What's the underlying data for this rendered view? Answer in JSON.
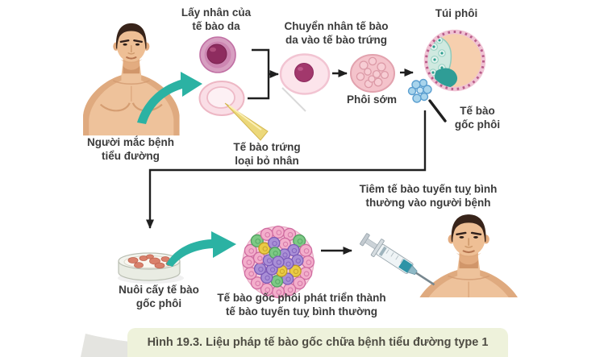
{
  "figure": {
    "caption": "Hình 19.3. Liệu pháp tế bào gốc chữa bệnh tiểu đường type 1"
  },
  "labels": {
    "patient": "Người mắc bệnh\ntiểu đường",
    "take_nucleus": "Lấy nhân của\ntế bào da",
    "enucleated_egg": "Tế bào trứng\nloại bỏ nhân",
    "transfer_nucleus": "Chuyển nhân tế bào\nda vào tế bào trứng",
    "early_embryo": "Phôi sớm",
    "blastocyst": "Túi phôi",
    "embryonic_stem_cells": "Tế bào\ngốc phôi",
    "culture": "Nuôi cấy tế bào\ngốc phôi",
    "differentiate": "Tế bào gốc phôi phát triển thành\ntế bào tuyến tuỵ bình thường",
    "inject": "Tiêm tế bào tuyến tuỵ bình\nthường vào người bệnh"
  },
  "palette": {
    "arrow_teal": "#2bb2a3",
    "line_black": "#1f1f1f",
    "caption_bg": "#eef2db",
    "caption_text": "#4f4d44",
    "label_text": "#3b3b3b",
    "skin_cell_pink": "#d79fc1",
    "nucleus_magenta": "#8e2c5f",
    "egg_pink": "#fadee6",
    "pipette_yellow": "#ecd87a",
    "blastocyst_peach": "#f6cfae",
    "inner_mass_teal": "#2f9d96",
    "stem_cell_blue": "#a8d4ec",
    "islet_pink": "#f3aecb",
    "islet_purple": "#a98fd6",
    "islet_yellow": "#eacb45",
    "islet_green": "#7dc985"
  }
}
